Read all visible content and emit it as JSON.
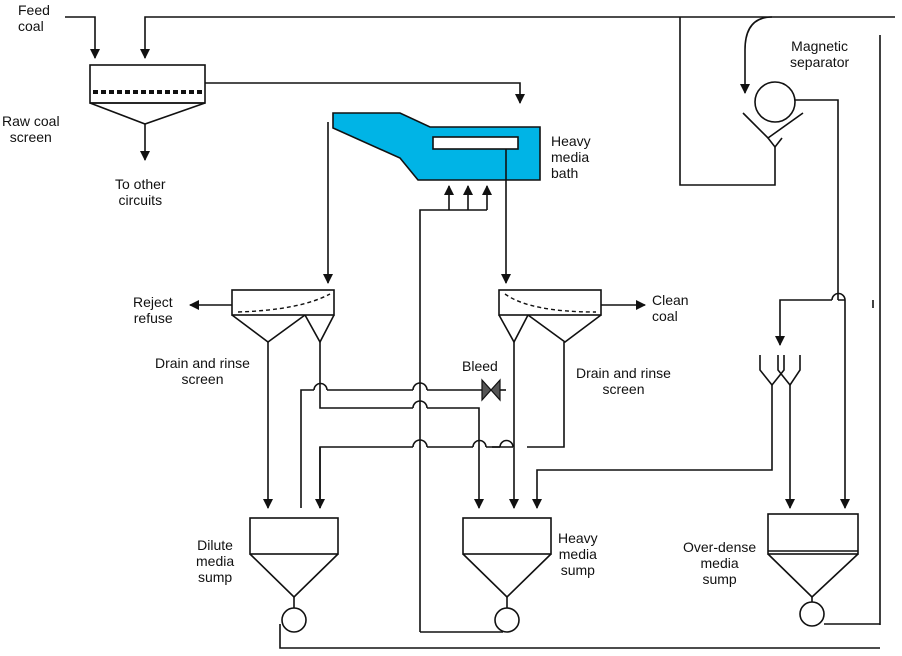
{
  "labels": {
    "feed_coal": [
      "Feed",
      "coal"
    ],
    "raw_coal_screen": [
      "Raw coal",
      "screen"
    ],
    "to_other_circuits": [
      "To other",
      "circuits"
    ],
    "heavy_media_bath": [
      "Heavy",
      "media",
      "bath"
    ],
    "magnetic_separator": [
      "Magnetic",
      "separator"
    ],
    "reject_refuse": [
      "Reject",
      "refuse"
    ],
    "clean_coal": [
      "Clean",
      "coal"
    ],
    "drain_rinse_left": [
      "Drain and rinse",
      "screen"
    ],
    "drain_rinse_right": [
      "Drain and rinse",
      "screen"
    ],
    "bleed": "Bleed",
    "dilute_media_sump": [
      "Dilute",
      "media",
      "sump"
    ],
    "heavy_media_sump": [
      "Heavy",
      "media",
      "sump"
    ],
    "over_dense_media_sump": [
      "Over-dense",
      "media",
      "sump"
    ]
  },
  "colors": {
    "bath_fill": "#00b4e6",
    "line": "#111111"
  }
}
